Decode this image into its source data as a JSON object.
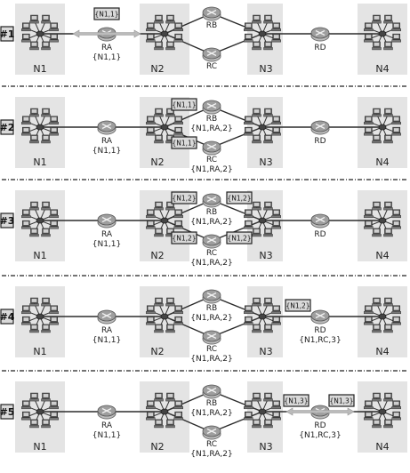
{
  "networks": [
    "N1",
    "N2",
    "N3",
    "N4"
  ],
  "routers": [
    "RA",
    "RB",
    "RC",
    "RD"
  ],
  "steps": [
    {
      "label": "#1",
      "tables": {
        "RA": "{N1,1}",
        "RB": "",
        "RC": "",
        "RD": ""
      },
      "messages": [
        {
          "text": "{N1,1}",
          "at": "RA-N2",
          "arrows": "RA-both"
        }
      ]
    },
    {
      "label": "#2",
      "tables": {
        "RA": "{N1,1}",
        "RB": "{N1,RA,2}",
        "RC": "{N1,RA,2}",
        "RD": ""
      },
      "messages": [
        {
          "text": "{N1,1}",
          "at": "toRB-left"
        },
        {
          "text": "{N1,1}",
          "at": "toRC-left"
        }
      ]
    },
    {
      "label": "#3",
      "tables": {
        "RA": "{N1,1}",
        "RB": "{N1,RA,2}",
        "RC": "{N1,RA,2}",
        "RD": ""
      },
      "messages": [
        {
          "text": "{N1,2}",
          "at": "RB-left"
        },
        {
          "text": "{N1,2}",
          "at": "RB-right"
        },
        {
          "text": "{N1,2}",
          "at": "RC-left"
        },
        {
          "text": "{N1,2}",
          "at": "RC-right"
        }
      ]
    },
    {
      "label": "#4",
      "tables": {
        "RA": "{N1,1}",
        "RB": "{N1,RA,2}",
        "RC": "{N1,RA,2}",
        "RD": "{N1,RC,3}"
      },
      "messages": [
        {
          "text": "{N1,2}",
          "at": "N3-RD"
        }
      ]
    },
    {
      "label": "#5",
      "tables": {
        "RA": "{N1,1}",
        "RB": "{N1,RA,2}",
        "RC": "{N1,RA,2}",
        "RD": "{N1,RC,3}"
      },
      "messages": [
        {
          "text": "{N1,3}",
          "at": "RD-left"
        },
        {
          "text": "{N1,3}",
          "at": "RD-right"
        }
      ]
    }
  ],
  "icons": {
    "router": "router-icon",
    "network": "lan-cluster-icon",
    "computer": "computer-icon"
  },
  "colors": {
    "network_bg": "#e4e4e4",
    "router": "#bdbdbd",
    "message_box": "#d9d9d9"
  }
}
